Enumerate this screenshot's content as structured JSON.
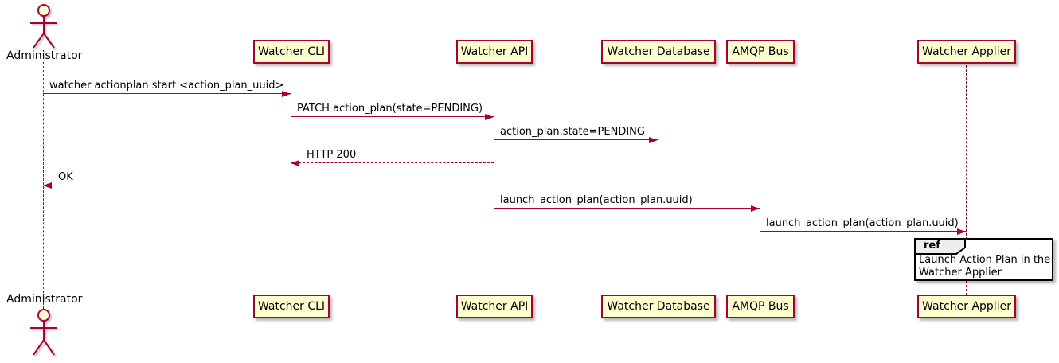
{
  "diagram_type": "sequence",
  "colors": {
    "stroke_accent": "#A80036",
    "participant_fill": "#FEFECE",
    "ref_header_fill": "#EEEEEE",
    "ref_border": "#000000",
    "background": "#FFFFFF"
  },
  "actor": {
    "name": "Administrator"
  },
  "participants": [
    {
      "label": "Watcher CLI"
    },
    {
      "label": "Watcher API"
    },
    {
      "label": "Watcher Database"
    },
    {
      "label": "AMQP Bus"
    },
    {
      "label": "Watcher Applier"
    }
  ],
  "messages": [
    {
      "from": "Administrator",
      "to": "Watcher CLI",
      "label": "watcher actionplan start <action_plan_uuid>",
      "line": "solid",
      "direction": "right"
    },
    {
      "from": "Watcher CLI",
      "to": "Watcher API",
      "label": "PATCH action_plan(state=PENDING)",
      "line": "solid",
      "direction": "right"
    },
    {
      "from": "Watcher API",
      "to": "Watcher Database",
      "label": "action_plan.state=PENDING",
      "line": "solid",
      "direction": "right"
    },
    {
      "from": "Watcher API",
      "to": "Watcher CLI",
      "label": "HTTP 200",
      "line": "dashed",
      "direction": "left"
    },
    {
      "from": "Watcher CLI",
      "to": "Administrator",
      "label": "OK",
      "line": "dashed",
      "direction": "left"
    },
    {
      "from": "Watcher API",
      "to": "AMQP Bus",
      "label": "launch_action_plan(action_plan.uuid)",
      "line": "solid",
      "direction": "right"
    },
    {
      "from": "AMQP Bus",
      "to": "Watcher Applier",
      "label": "launch_action_plan(action_plan.uuid)",
      "line": "solid",
      "direction": "right"
    }
  ],
  "ref_fragment": {
    "keyword": "ref",
    "over": "Watcher Applier",
    "text_lines": [
      "Launch Action Plan in the",
      "Watcher Applier"
    ]
  }
}
